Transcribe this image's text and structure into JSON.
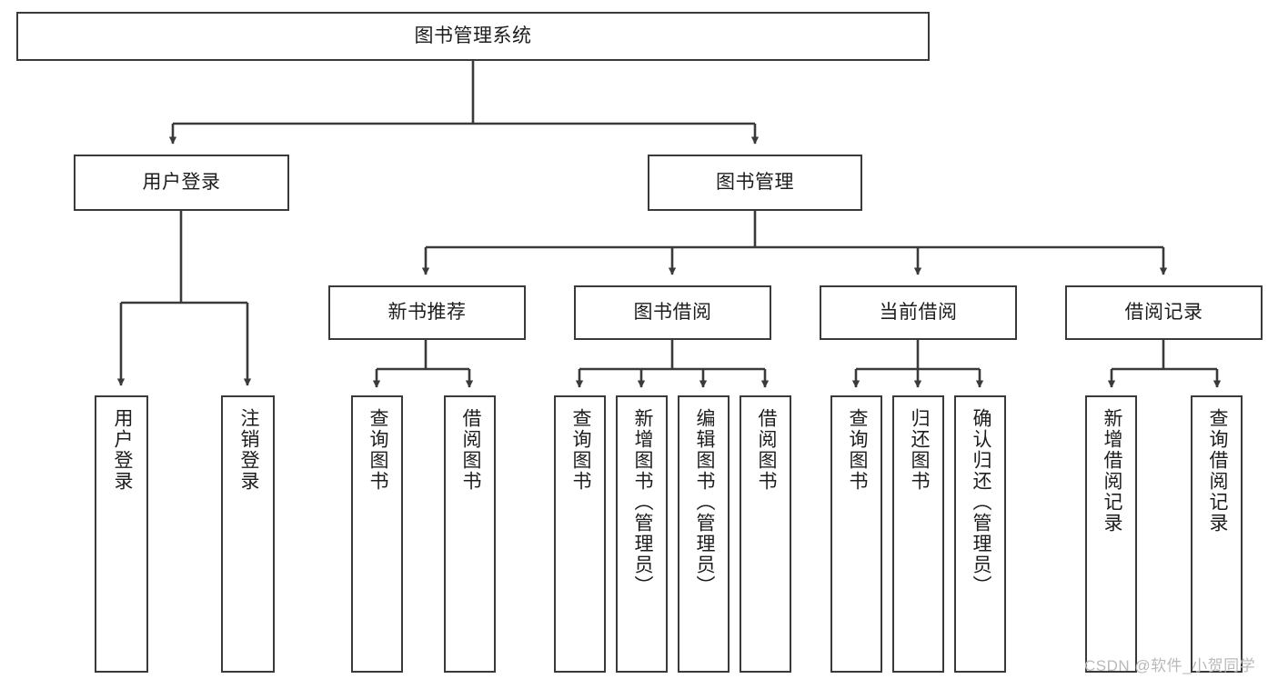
{
  "diagram": {
    "type": "tree-hierarchy-chart",
    "title": "图书管理系统",
    "stroke_color": "#3a3a3a",
    "text_color": "#1d1d1d",
    "background_color": "#ffffff",
    "watermark": "CSDN @软件_小贺同学",
    "levels": {
      "root": {
        "label": "图书管理系统"
      },
      "level2": [
        {
          "label": "用户登录"
        },
        {
          "label": "图书管理"
        }
      ],
      "level3": [
        {
          "label": "新书推荐"
        },
        {
          "label": "图书借阅"
        },
        {
          "label": "当前借阅"
        },
        {
          "label": "借阅记录"
        }
      ],
      "leaves": [
        {
          "label": "用户登录"
        },
        {
          "label": "注销登录"
        },
        {
          "label": "查询图书"
        },
        {
          "label": "借阅图书"
        },
        {
          "label": "查询图书"
        },
        {
          "label": "新增图书（管理员）"
        },
        {
          "label": "编辑图书（管理员）"
        },
        {
          "label": "借阅图书"
        },
        {
          "label": "查询图书"
        },
        {
          "label": "归还图书"
        },
        {
          "label": "确认归还（管理员）"
        },
        {
          "label": "新增借阅记录"
        },
        {
          "label": "查询借阅记录"
        }
      ]
    },
    "edges": [
      {
        "from": "图书管理系统",
        "to": "用户登录"
      },
      {
        "from": "图书管理系统",
        "to": "图书管理"
      },
      {
        "from": "用户登录",
        "to": "用户登录"
      },
      {
        "from": "用户登录",
        "to": "注销登录"
      },
      {
        "from": "图书管理",
        "to": "新书推荐"
      },
      {
        "from": "图书管理",
        "to": "图书借阅"
      },
      {
        "from": "图书管理",
        "to": "当前借阅"
      },
      {
        "from": "图书管理",
        "to": "借阅记录"
      },
      {
        "from": "新书推荐",
        "to": "查询图书"
      },
      {
        "from": "新书推荐",
        "to": "借阅图书"
      },
      {
        "from": "图书借阅",
        "to": "查询图书"
      },
      {
        "from": "图书借阅",
        "to": "新增图书（管理员）"
      },
      {
        "from": "图书借阅",
        "to": "编辑图书（管理员）"
      },
      {
        "from": "图书借阅",
        "to": "借阅图书"
      },
      {
        "from": "当前借阅",
        "to": "查询图书"
      },
      {
        "from": "当前借阅",
        "to": "归还图书"
      },
      {
        "from": "当前借阅",
        "to": "确认归还（管理员）"
      },
      {
        "from": "借阅记录",
        "to": "新增借阅记录"
      },
      {
        "from": "借阅记录",
        "to": "查询借阅记录"
      }
    ]
  }
}
